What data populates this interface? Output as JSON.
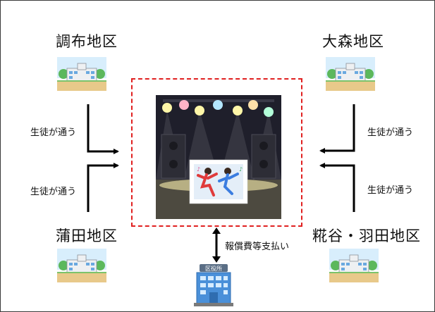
{
  "districts": {
    "chofu": "調布地区",
    "omori": "大森地区",
    "kamata": "蒲田地区",
    "kojiya_haneda": "糀谷・羽田地区"
  },
  "notes": {
    "students_attend": "生徒が通う",
    "payment": "報償費等支払い"
  },
  "office": {
    "sign": "区役所"
  },
  "colors": {
    "frame_dashed": "#e02020",
    "arrow": "#000000",
    "stage_bg": "#1f1f2b",
    "school_wall": "#e9ecef",
    "building_blue": "#4a90d9"
  }
}
